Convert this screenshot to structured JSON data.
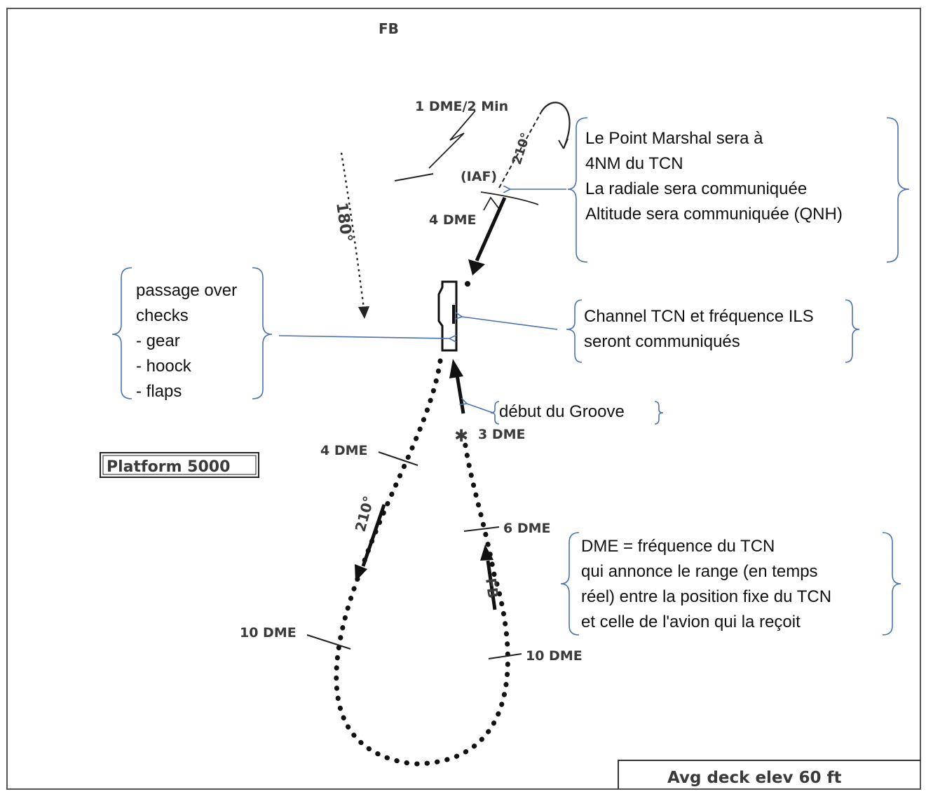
{
  "chart": {
    "top_label": "FB",
    "holding_label": "1 DME/2 Min",
    "radial_inbound": "210°",
    "turn_course": "180°",
    "iaf_label": "(IAF)",
    "dme_4_top": "4 DME",
    "dme_3": "3 DME",
    "dme_4_left": "4 DME",
    "radial_outbound": "210°",
    "dme_6": "6 DME",
    "fb_course": "FB",
    "dme_10_left": "10 DME",
    "dme_10_right": "10 DME",
    "platform": "Platform 5000",
    "deck_elev": "Avg deck elev 60 ft"
  },
  "annotations": {
    "marshal": [
      "Le Point Marshal sera à",
      "4NM du TCN",
      "La radiale sera communiquée",
      "Altitude sera communiquée (QNH)"
    ],
    "checks": [
      "passage over",
      "checks",
      "- gear",
      "- hoock",
      "- flaps"
    ],
    "channel": [
      "Channel TCN et fréquence ILS",
      "seront communiqués"
    ],
    "groove": "début du Groove",
    "dme_info": [
      "DME = fréquence du TCN",
      "qui annonce le range (en temps",
      "réel) entre la position fixe du TCN",
      "et celle de l'avion qui la reçoit"
    ]
  },
  "colors": {
    "ink": "#1a1a1a",
    "annotation_blue": "#4a72b0"
  }
}
